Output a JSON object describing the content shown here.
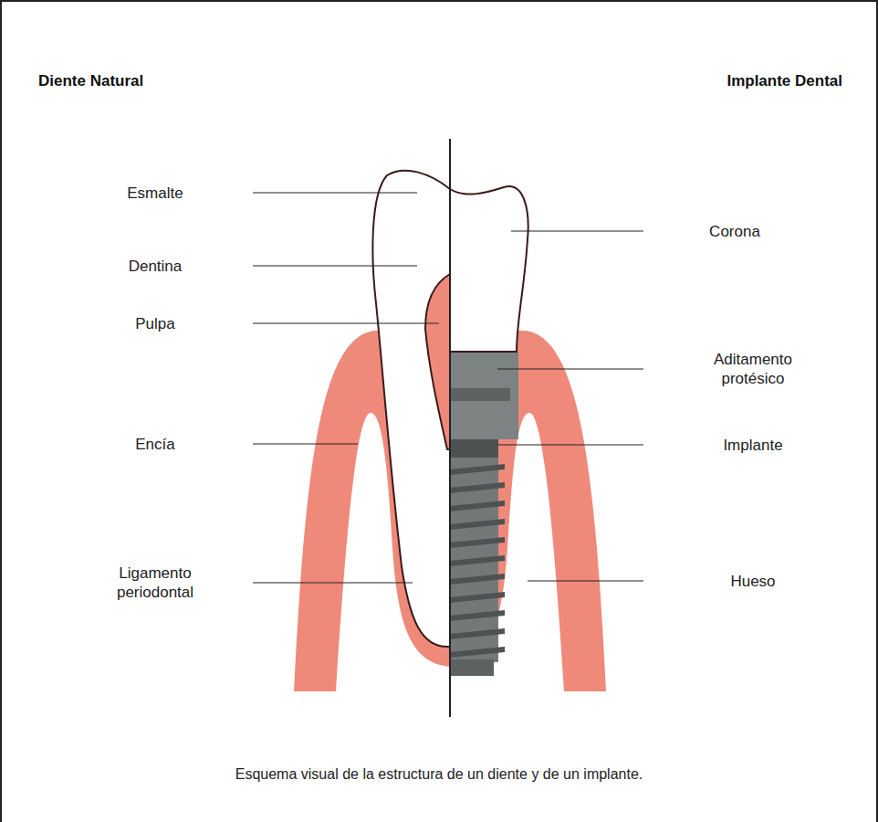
{
  "diagram": {
    "caption": "Esquema visual de la estructura de un diente y de un implante.",
    "labels": [
      "Diente Natural",
      "Implante Dental",
      "Esmalte",
      "Dentina",
      "Pulpa",
      "Encía",
      "Ligamento periodontal",
      "Corona",
      "Aditamento protésico",
      "Implante",
      "Hueso"
    ]
  }
}
